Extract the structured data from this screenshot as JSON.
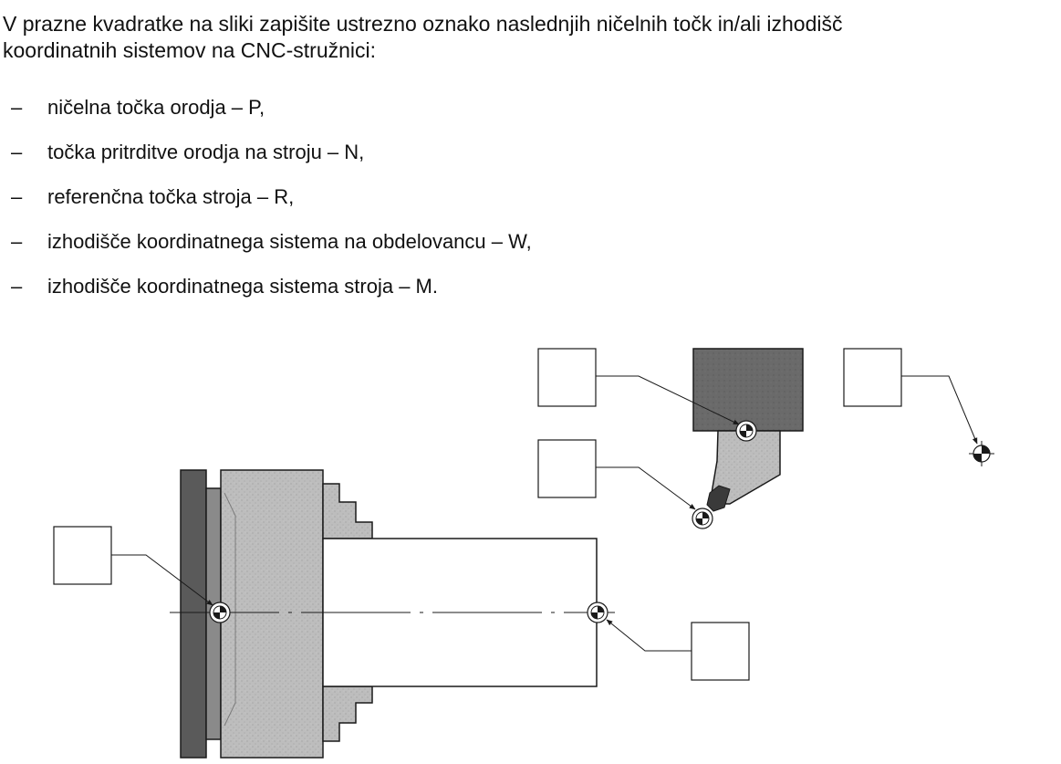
{
  "instruction": {
    "line1": "V prazne kvadratke na sliki zapišite ustrezno oznako naslednjih ničelnih točk in/ali izhodišč",
    "line2": "koordinatnih sistemov na CNC-stružnici:"
  },
  "bullet_symbol": "–",
  "items": [
    "ničelna točka orodja – P,",
    "točka pritrditve orodja na stroju – N,",
    "referenčna točka stroja – R,",
    "izhodišče koordinatnega sistema na obdelovancu – W,",
    "izhodišče koordinatnega sistema stroja – M."
  ],
  "answer_boxes": [
    "",
    "",
    "",
    "",
    ""
  ],
  "colors": {
    "chuck_dark": "#5a5a5a",
    "chuck_light": "#bdbdbd",
    "tool_holder": "#6a6a6a",
    "insert": "#3a3a3a",
    "line": "#1a1a1a"
  }
}
